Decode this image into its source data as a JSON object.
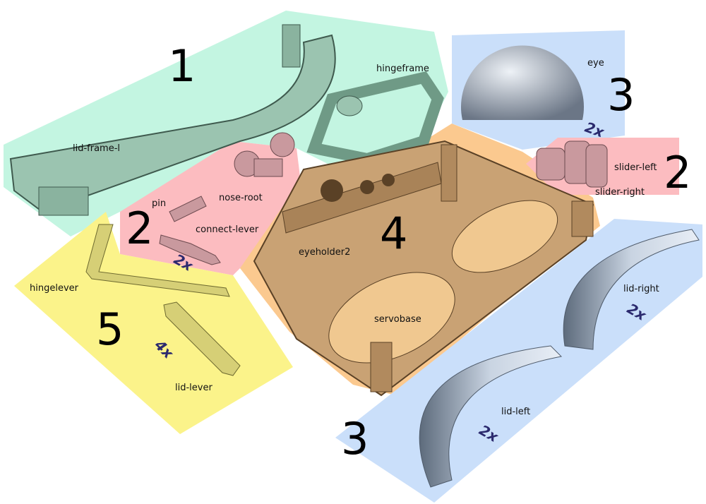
{
  "colors": {
    "group1": "#c3f5e1",
    "group2": "#fcbcc0",
    "group3": "#cadffa",
    "group4": "#fbc98f",
    "group5": "#fbf38a",
    "part_green": "#9bc4b0",
    "part_pink": "#c9999e",
    "part_orange": "#c9a274",
    "part_yellow": "#d6cf76",
    "part_blue": "#b9c7d8"
  },
  "groups": {
    "g1": {
      "number": "1"
    },
    "g2a": {
      "number": "2"
    },
    "g2b": {
      "number": "2"
    },
    "g3a": {
      "number": "3"
    },
    "g3b": {
      "number": "3"
    },
    "g4": {
      "number": "4"
    },
    "g5": {
      "number": "5"
    }
  },
  "parts": {
    "lid_frame_l": "lid-frame-l",
    "hingeframe": "hingeframe",
    "eye": "eye",
    "slider_left": "slider-left",
    "slider_right": "slider-right",
    "pin": "pin",
    "nose_root": "nose-root",
    "connect_lever": "connect-lever",
    "eyeholder2": "eyeholder2",
    "servobase": "servobase",
    "hingelever": "hingelever",
    "lid_lever": "lid-lever",
    "lid_right": "lid-right",
    "lid_left": "lid-left"
  },
  "multipliers": {
    "eye": "2x",
    "connect_lever": "2x",
    "lid_lever": "4x",
    "lid_right": "2x",
    "lid_left": "2x"
  }
}
